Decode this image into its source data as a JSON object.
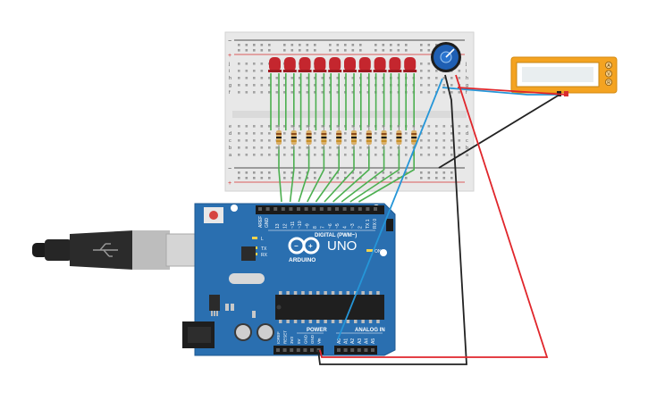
{
  "arduino": {
    "brand": "ARDUINO",
    "model": "UNO",
    "digital_label": "DIGITAL (PWM~)",
    "power_label": "POWER",
    "analog_label": "ANALOG IN",
    "on_label": "ON",
    "tx_label": "TX",
    "rx_label": "RX",
    "l_label": "L",
    "aref_label": "AREF",
    "gnd_label": "GND",
    "digital_pins": [
      "13",
      "12",
      "~11",
      "~10",
      "~9",
      "8",
      "7",
      "~6",
      "~5",
      "4",
      "~3",
      "2",
      "TX 1",
      "RX 0"
    ],
    "power_pins": [
      "IOREF",
      "RESET",
      "3V3",
      "5V",
      "GND",
      "GND",
      "Vin"
    ],
    "analog_pins": [
      "A0",
      "A1",
      "A2",
      "A3",
      "A4",
      "A5"
    ]
  },
  "breadboard": {
    "row_letters_top": [
      "j",
      "i",
      "h",
      "g",
      "f"
    ],
    "row_letters_bottom": [
      "e",
      "d",
      "c",
      "b",
      "a"
    ],
    "rail_minus": "−",
    "rail_plus": "+"
  },
  "multimeter": {
    "buttons": [
      "A",
      "V",
      "R"
    ]
  },
  "components": {
    "led_count": 10,
    "resistor_count": 10
  },
  "colors": {
    "arduino_board": "#2a6fb0",
    "breadboard": "#e8e8e8",
    "led": "#c4262e",
    "wire_green": "#4caf50",
    "wire_red": "#e0262b",
    "wire_black": "#222222",
    "wire_blue": "#2596d8",
    "multimeter_body": "#f4a321"
  }
}
